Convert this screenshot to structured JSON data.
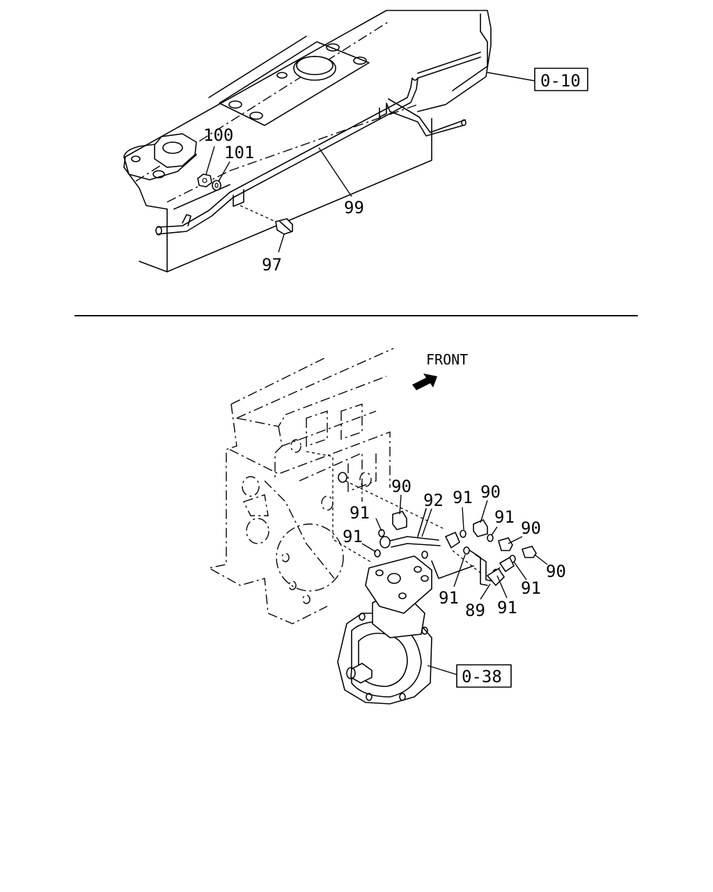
{
  "top_view": {
    "ref_box": "0-10",
    "callouts": {
      "c100": "100",
      "c101": "101",
      "c99": "99",
      "c97": "97"
    }
  },
  "bottom_view": {
    "front_label": "FRONT",
    "ref_box": "0-38",
    "callouts": {
      "c90a": "90",
      "c92": "92",
      "c91a": "91",
      "c90b": "90",
      "c91b": "91",
      "c91c": "91",
      "c91d": "91",
      "c90c": "90",
      "c90d": "90",
      "c91e": "91",
      "c91f": "91",
      "c89": "89",
      "c91g": "91"
    }
  }
}
